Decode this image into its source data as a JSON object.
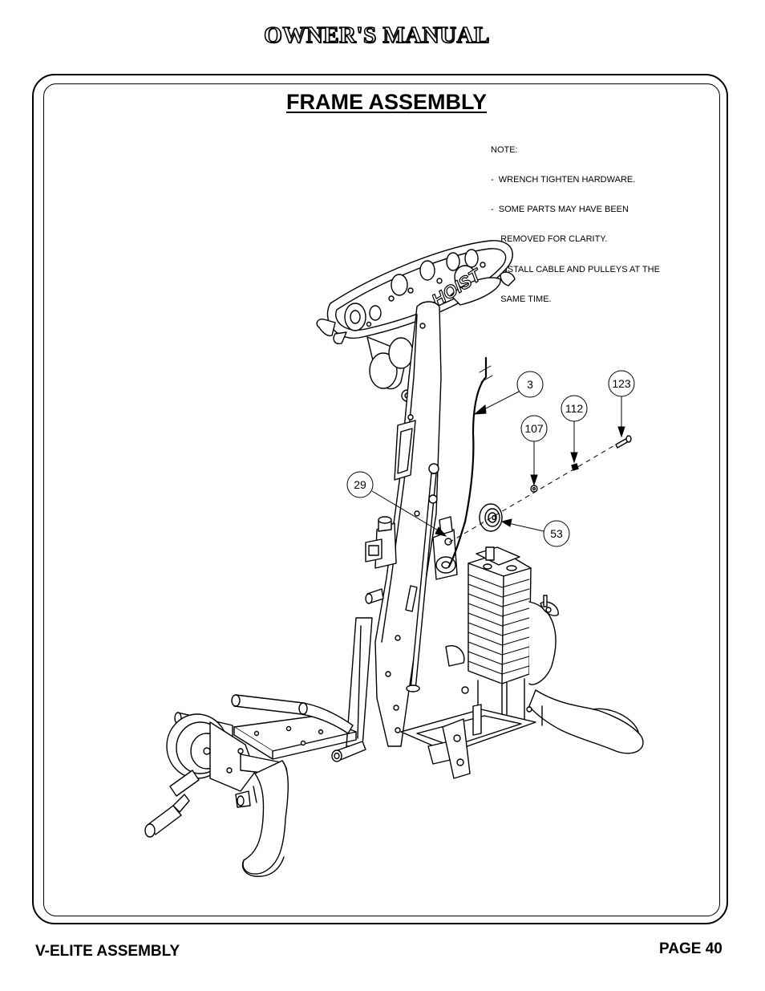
{
  "header": {
    "title": "OWNER'S MANUAL"
  },
  "section": {
    "title": "FRAME ASSEMBLY"
  },
  "note": {
    "lines": [
      "NOTE:",
      "-  WRENCH TIGHTEN HARDWARE.",
      "-  SOME PARTS MAY HAVE BEEN",
      "    REMOVED FOR CLARITY.",
      "-  INSTALL CABLE AND PULLEYS AT THE",
      "    SAME TIME."
    ]
  },
  "callouts": {
    "c3": "3",
    "c123": "123",
    "c112": "112",
    "c107": "107",
    "c29": "29",
    "c53": "53"
  },
  "logo": {
    "text": "HOIST"
  },
  "footer": {
    "left": "V-ELITE ASSEMBLY",
    "right": "PAGE 40"
  }
}
